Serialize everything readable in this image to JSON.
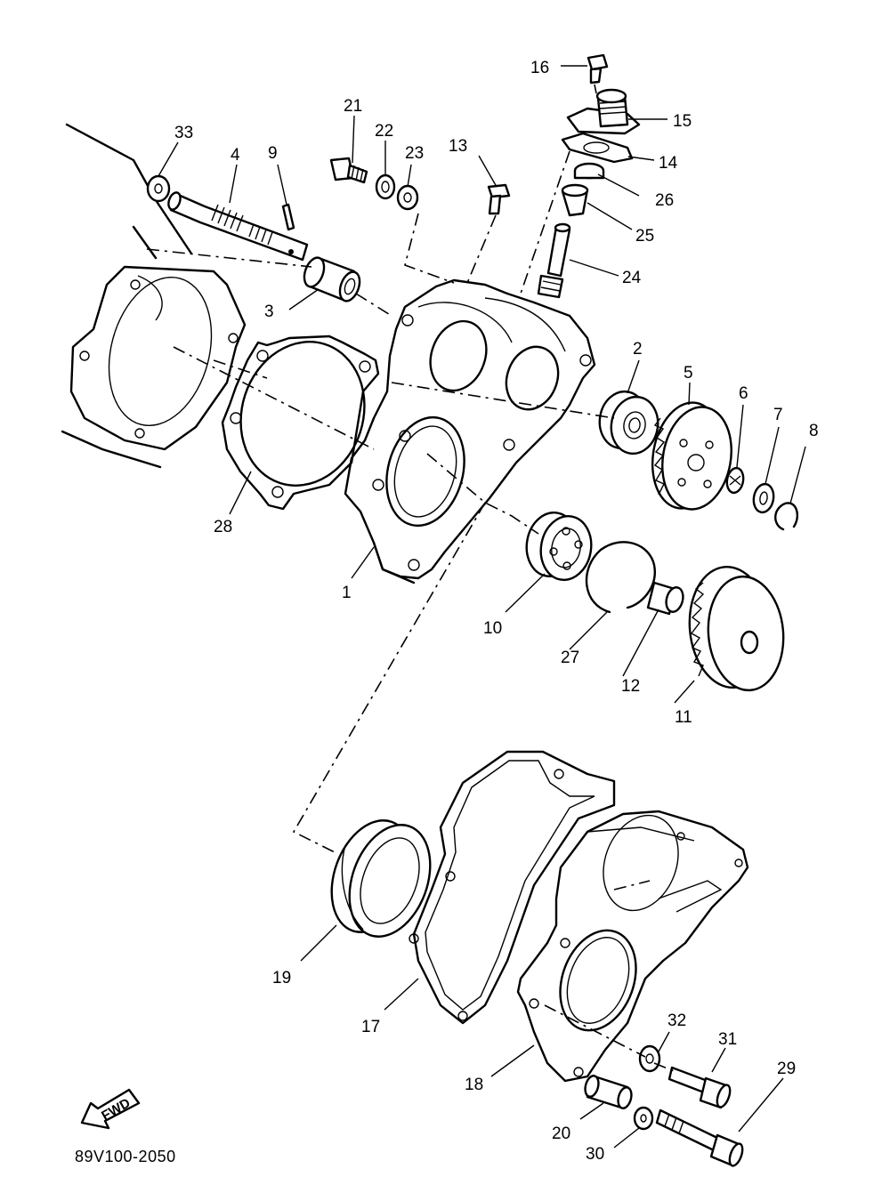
{
  "diagram": {
    "drawing_code": "89V100-2050",
    "fwd_label": "FWD",
    "parts": [
      {
        "id": "1",
        "label": "1"
      },
      {
        "id": "2",
        "label": "2"
      },
      {
        "id": "3",
        "label": "3"
      },
      {
        "id": "4",
        "label": "4"
      },
      {
        "id": "5",
        "label": "5"
      },
      {
        "id": "6",
        "label": "6"
      },
      {
        "id": "7",
        "label": "7"
      },
      {
        "id": "8",
        "label": "8"
      },
      {
        "id": "9",
        "label": "9"
      },
      {
        "id": "10",
        "label": "10"
      },
      {
        "id": "11",
        "label": "11"
      },
      {
        "id": "12",
        "label": "12"
      },
      {
        "id": "13",
        "label": "13"
      },
      {
        "id": "14",
        "label": "14"
      },
      {
        "id": "15",
        "label": "15"
      },
      {
        "id": "16",
        "label": "16"
      },
      {
        "id": "17",
        "label": "17"
      },
      {
        "id": "18",
        "label": "18"
      },
      {
        "id": "19",
        "label": "19"
      },
      {
        "id": "20",
        "label": "20"
      },
      {
        "id": "21",
        "label": "21"
      },
      {
        "id": "22",
        "label": "22"
      },
      {
        "id": "23",
        "label": "23"
      },
      {
        "id": "24",
        "label": "24"
      },
      {
        "id": "25",
        "label": "25"
      },
      {
        "id": "26",
        "label": "26"
      },
      {
        "id": "27",
        "label": "27"
      },
      {
        "id": "28",
        "label": "28"
      },
      {
        "id": "29",
        "label": "29"
      },
      {
        "id": "30",
        "label": "30"
      },
      {
        "id": "31",
        "label": "31"
      },
      {
        "id": "32",
        "label": "32"
      },
      {
        "id": "33",
        "label": "33"
      }
    ]
  }
}
